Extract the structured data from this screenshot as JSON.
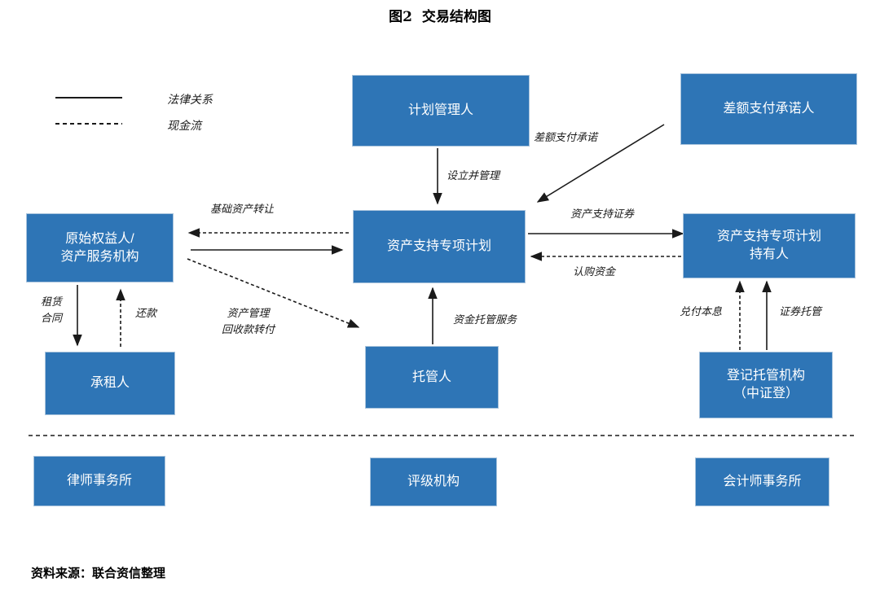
{
  "title": "图2  交易结构图",
  "source_note": "资料来源：联合资信整理",
  "colors": {
    "box_fill": "#2E75B6",
    "box_border": "#A8C3DC",
    "box_text": "#FFFFFF",
    "line_color": "#1A1A1A",
    "label_color": "#1A1A1A"
  },
  "legend": {
    "solid_label": "法律关系",
    "dashed_label": "现金流"
  },
  "nodes": {
    "plan_manager": "计划管理人",
    "diff_payment_promisor": "差额支付承诺人",
    "originator": "原始权益人/\n资产服务机构",
    "spv": "资产支持专项计划",
    "holders": "资产支持专项计划\n持有人",
    "lessee": "承租人",
    "custodian": "托管人",
    "registrar": "登记托管机构\n（中证登）",
    "law_firm": "律师事务所",
    "rating_agency": "评级机构",
    "accounting_firm": "会计师事务所"
  },
  "edge_labels": {
    "establish_manage": "设立并管理",
    "diff_payment_promise": "差额支付承诺",
    "underlying_asset_transfer": "基础资产转让",
    "abs_securities": "资产支持证券",
    "subscription_funds": "认购资金",
    "lease_contract": "租赁\n合同",
    "repayment": "还款",
    "collection_transfer": "资产管理\n回收款转付",
    "fund_custody_service": "资金托管服务",
    "redeem_principal_interest": "兑付本息",
    "securities_custody": "证券托管"
  }
}
